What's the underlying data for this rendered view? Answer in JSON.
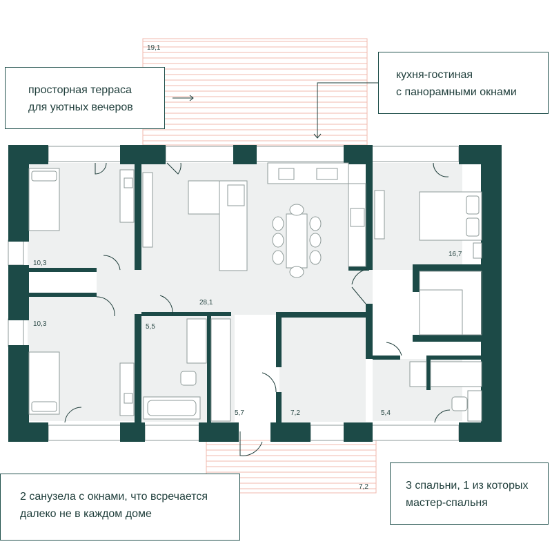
{
  "callouts": {
    "terrace": [
      "просторная терраса",
      "для уютных вечеров"
    ],
    "kitchen": [
      "кухня-гостиная",
      "с панорамными окнами"
    ],
    "bathrooms": [
      "2 санузела с окнами, что всречается",
      "далеко не в каждом доме"
    ],
    "bedrooms": [
      "3 спальни, 1 из которых",
      "мастер-спальня"
    ]
  },
  "areas": {
    "terrace_top": "19,1",
    "bedroom_nw": "10,3",
    "bedroom_sw": "10,3",
    "living": "28,1",
    "bath_left": "5,5",
    "bedroom_master": "16,7",
    "corridor": "5,7",
    "storage": "7,2",
    "bath_right": "5,4",
    "terrace_bottom": "7,2"
  },
  "colors": {
    "wall": "#1c4a47",
    "room_fill": "#eef0f0",
    "terrace_stripes": "#f0b8ad",
    "line": "#8e9a98"
  }
}
